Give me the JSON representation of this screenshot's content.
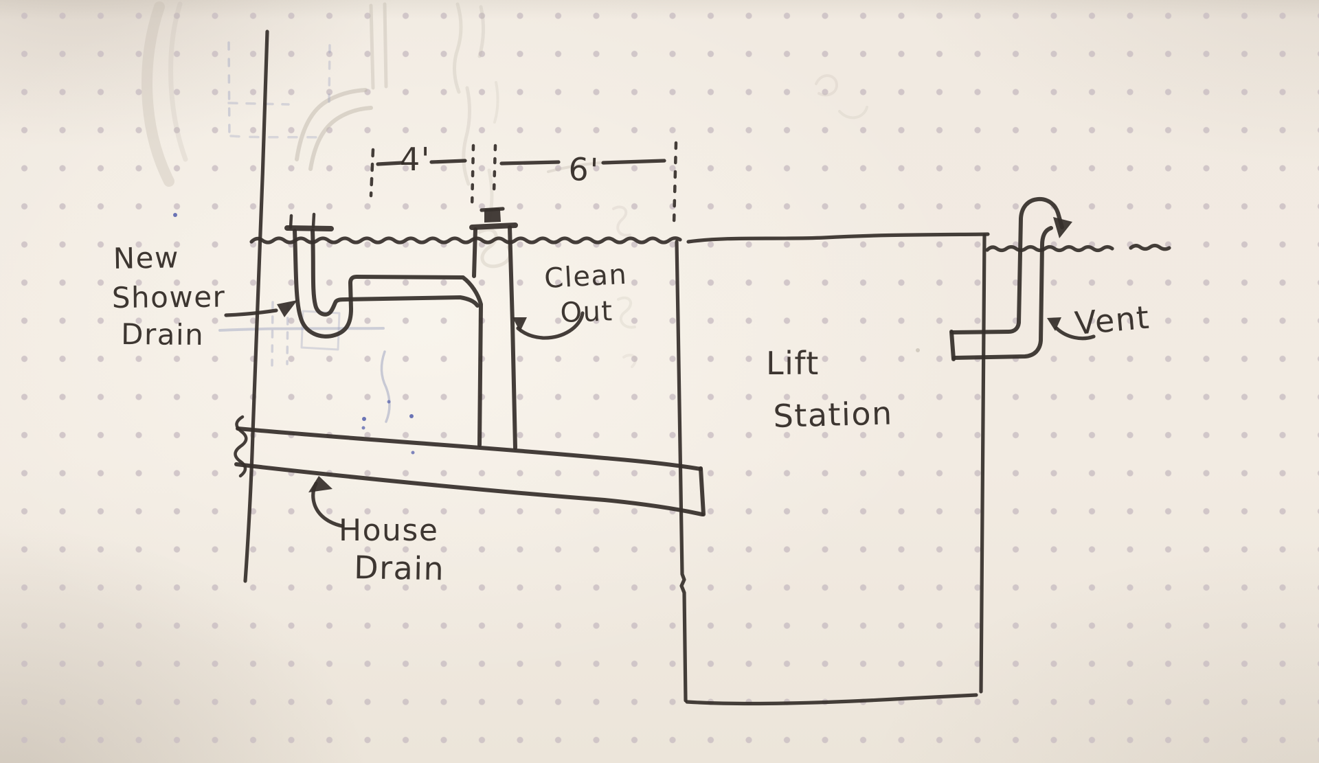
{
  "sketch": {
    "type": "hand-drawn plumbing section sketch on dot-grid paper",
    "labels": {
      "new_shower_drain": [
        "New",
        "Shower",
        "Drain"
      ],
      "clean_out": [
        "Clean",
        "Out"
      ],
      "lift_station": [
        "Lift",
        "Station"
      ],
      "house_drain": [
        "House",
        "Drain"
      ],
      "vent": "Vent"
    },
    "dimensions": {
      "shower_to_cleanout": "4'",
      "cleanout_to_lift_station": "6'"
    },
    "colors": {
      "ink": "#362f2b",
      "paper": "#f1eae1",
      "grid_dot": "#c8bcc2",
      "ghost_pencil": "#c0b8ac",
      "ghost_blue": "#8d96ba"
    }
  }
}
